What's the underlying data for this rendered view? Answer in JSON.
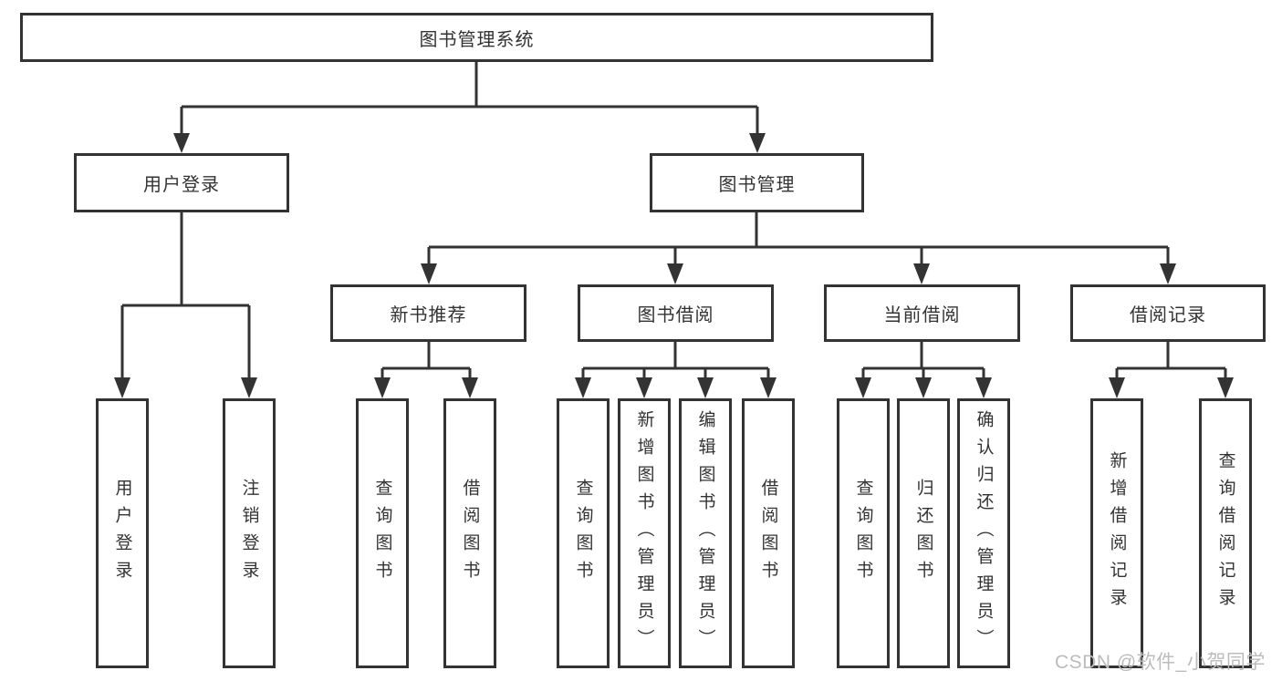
{
  "diagram": {
    "root": {
      "label": "图书管理系统"
    },
    "level2": {
      "user_login": {
        "label": "用户登录"
      },
      "book_management": {
        "label": "图书管理"
      }
    },
    "level3": {
      "new_book_recommend": {
        "label": "新书推荐"
      },
      "book_borrow": {
        "label": "图书借阅"
      },
      "current_borrow": {
        "label": "当前借阅"
      },
      "borrow_record": {
        "label": "借阅记录"
      }
    },
    "leaves": {
      "user_login": {
        "label": "用户登录"
      },
      "logout": {
        "label": "注销登录"
      },
      "query_book_recommend": {
        "label": "查询图书"
      },
      "borrow_book_recommend": {
        "label": "借阅图书"
      },
      "query_book_borrow": {
        "label": "查询图书"
      },
      "add_book_admin": {
        "label": "新增图书（管理员）"
      },
      "edit_book_admin": {
        "label": "编辑图书（管理员）"
      },
      "borrow_book_borrow": {
        "label": "借阅图书"
      },
      "query_book_current": {
        "label": "查询图书"
      },
      "return_book": {
        "label": "归还图书"
      },
      "confirm_return_admin": {
        "label": "确认归还（管理员）"
      },
      "add_borrow_record": {
        "label": "新增借阅记录"
      },
      "query_borrow_record": {
        "label": "查询借阅记录"
      }
    }
  },
  "watermark": {
    "text": "CSDN @软件_小贺同学"
  },
  "colors": {
    "line": "#333333",
    "text": "#333333",
    "watermark": "#bcbcbc",
    "background": "#ffffff"
  }
}
